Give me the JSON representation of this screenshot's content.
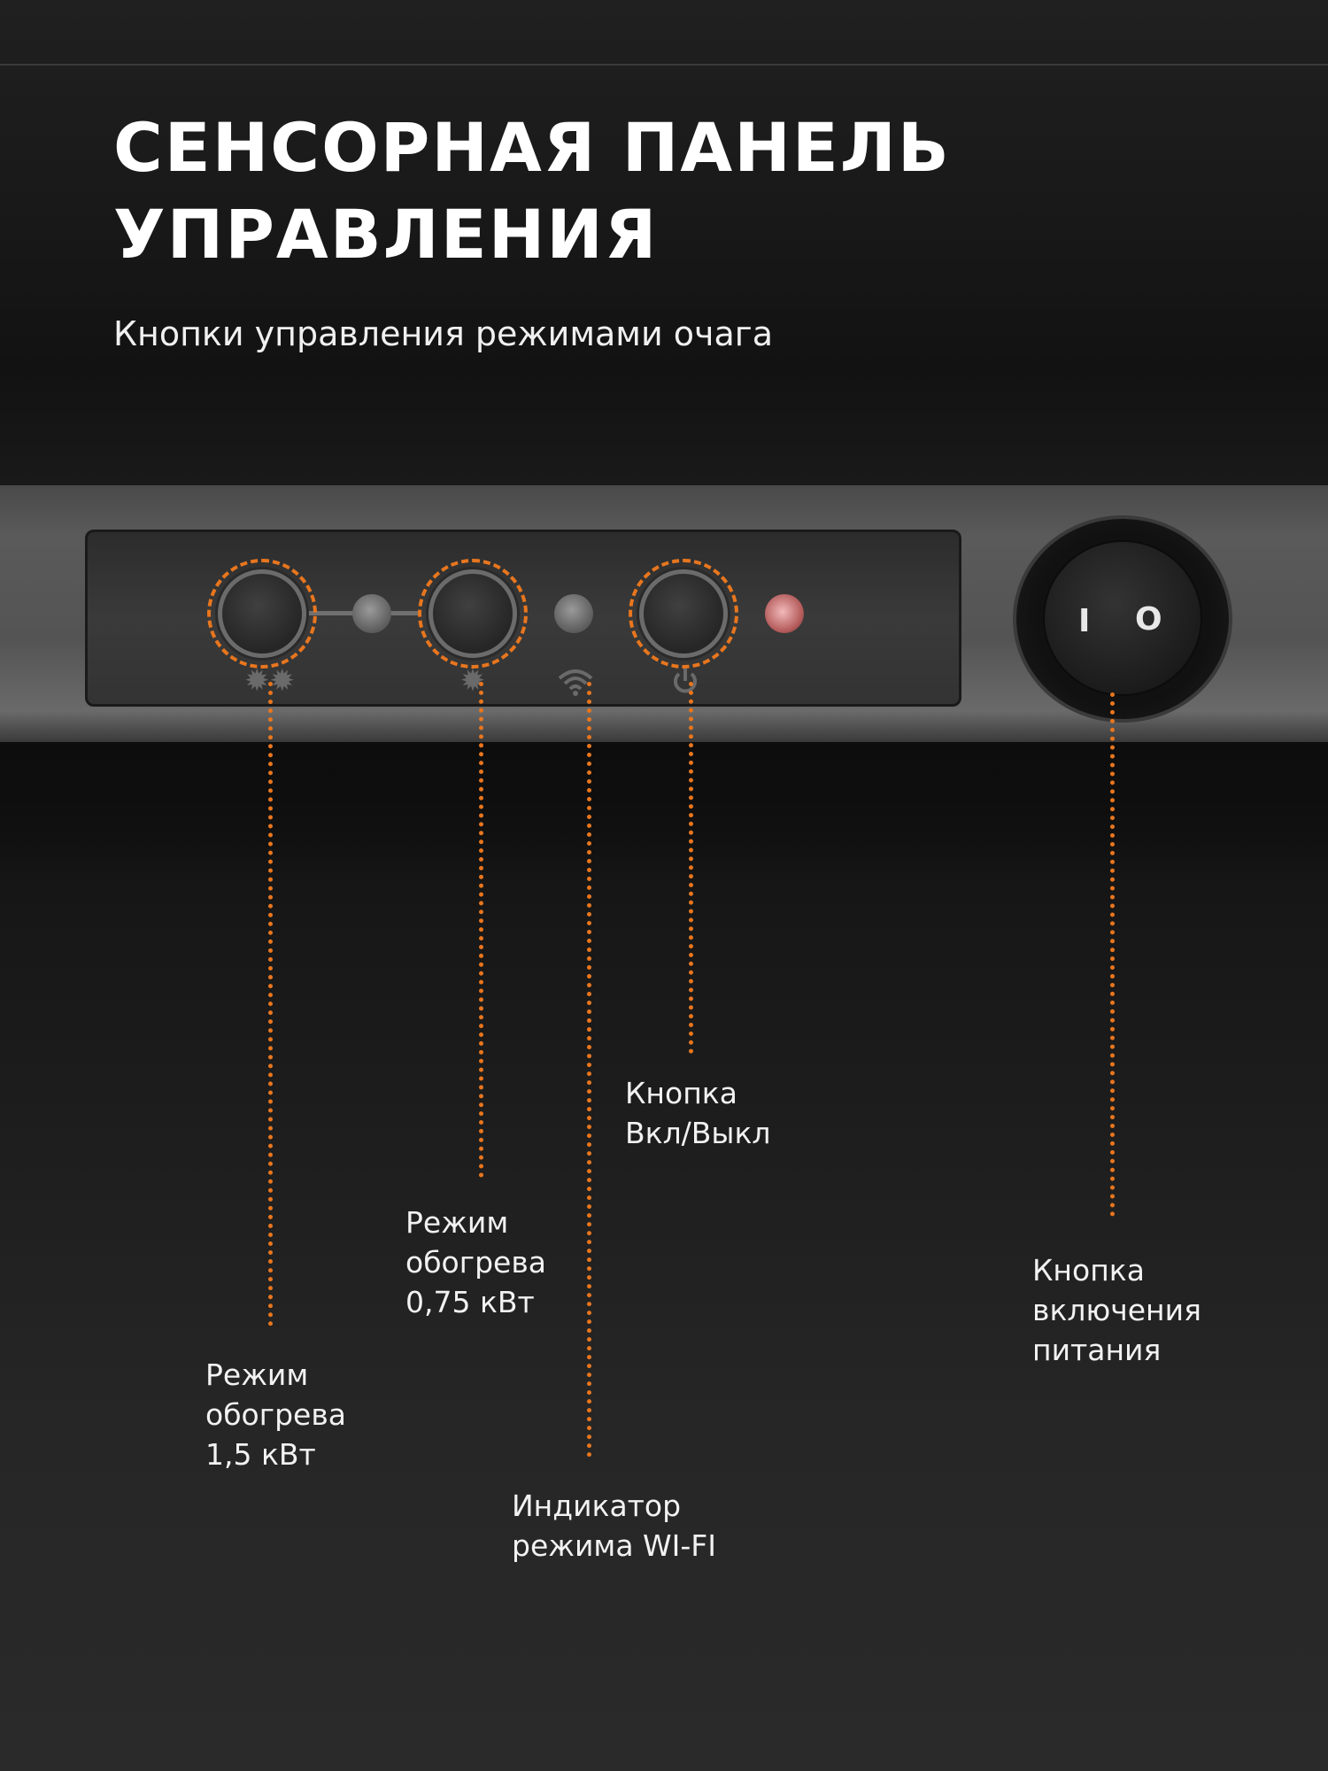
{
  "heading": {
    "line1": "СЕНСОРНАЯ ПАНЕЛЬ",
    "line2": "УПРАВЛЕНИЯ",
    "subtitle": "Кнопки управления режимами очага"
  },
  "panel": {
    "icons": {
      "heat_high": "sun-double-icon",
      "heat_low": "sun-icon",
      "wifi": "wifi-icon",
      "power": "power-icon"
    },
    "switch_marks": {
      "on": "I",
      "off": "O"
    }
  },
  "labels": {
    "heat_high": [
      "Режим",
      "обогрева",
      "1,5 кВт"
    ],
    "heat_low": [
      "Режим",
      "обогрева",
      "0,75 кВт"
    ],
    "wifi": [
      "Индикатор",
      "режима WI-FI"
    ],
    "power_button": [
      "Кнопка",
      "Вкл/Выкл"
    ],
    "main_switch": [
      "Кнопка",
      "включения",
      "питания"
    ]
  },
  "colors": {
    "accent": "#e8761e",
    "led_red": "#f2b9b9"
  }
}
